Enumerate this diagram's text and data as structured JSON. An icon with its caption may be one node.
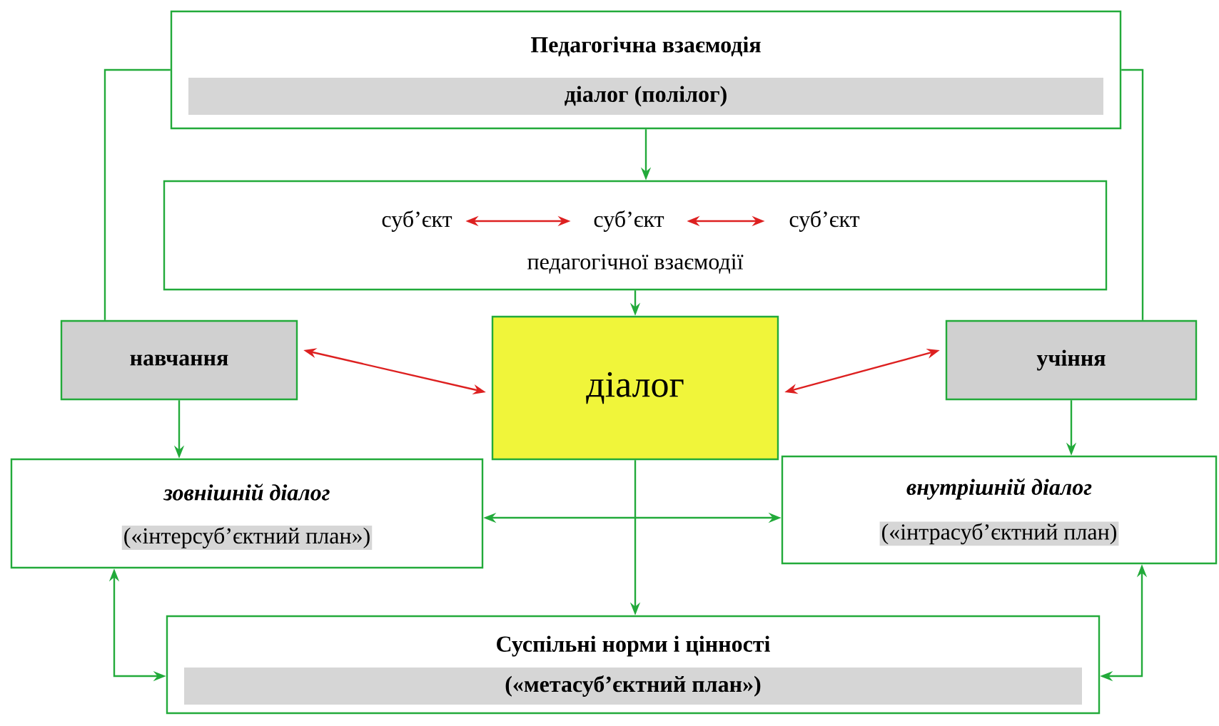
{
  "diagram": {
    "nodes": [
      {
        "text": [
          "Педагогічна взаємодія",
          "діалог (полілог)"
        ]
      },
      {
        "text": [
          "педагогічної взаємодії"
        ]
      },
      {
        "text": [
          "суб’єкт"
        ],
        "in": 1
      },
      {
        "text": [
          "суб’єкт"
        ],
        "in": 1
      },
      {
        "text": [
          "суб’єкт"
        ],
        "in": 1
      },
      {
        "text": [
          "навчання"
        ]
      },
      {
        "text": [
          "діалог"
        ]
      },
      {
        "text": [
          "учіння"
        ]
      },
      {
        "text": [
          "зовнішній діалог",
          "(«інтерсуб’єктний план»)"
        ]
      },
      {
        "text": [
          "внутрішній діалог",
          "(«інтрасуб’єктний план)"
        ]
      },
      {
        "text": [
          "Суспільні норми і цінності",
          "(«метасуб’єктний план»)"
        ]
      }
    ],
    "edges": [
      {
        "from": 0,
        "to": 1,
        "arrow": "to"
      },
      {
        "from": 2,
        "to": 3,
        "arrow": "both",
        "color": "#dd2020"
      },
      {
        "from": 3,
        "to": 4,
        "arrow": "both",
        "color": "#dd2020"
      },
      {
        "from": 1,
        "to": 6,
        "arrow": "to"
      },
      {
        "from": 0,
        "to": 5,
        "arrow": "none"
      },
      {
        "from": 0,
        "to": 7,
        "arrow": "none"
      },
      {
        "from": 5,
        "to": 6,
        "arrow": "both",
        "color": "#dd2020"
      },
      {
        "from": 7,
        "to": 6,
        "arrow": "both",
        "color": "#dd2020"
      },
      {
        "from": 5,
        "to": 8,
        "arrow": "to"
      },
      {
        "from": 7,
        "to": 9,
        "arrow": "to"
      },
      {
        "from": 6,
        "to": 10,
        "arrow": "to"
      },
      {
        "from": 8,
        "to": 9,
        "arrow": "both"
      },
      {
        "from": 8,
        "to": 10,
        "arrow": "both"
      },
      {
        "from": 9,
        "to": 10,
        "arrow": "both"
      }
    ]
  }
}
